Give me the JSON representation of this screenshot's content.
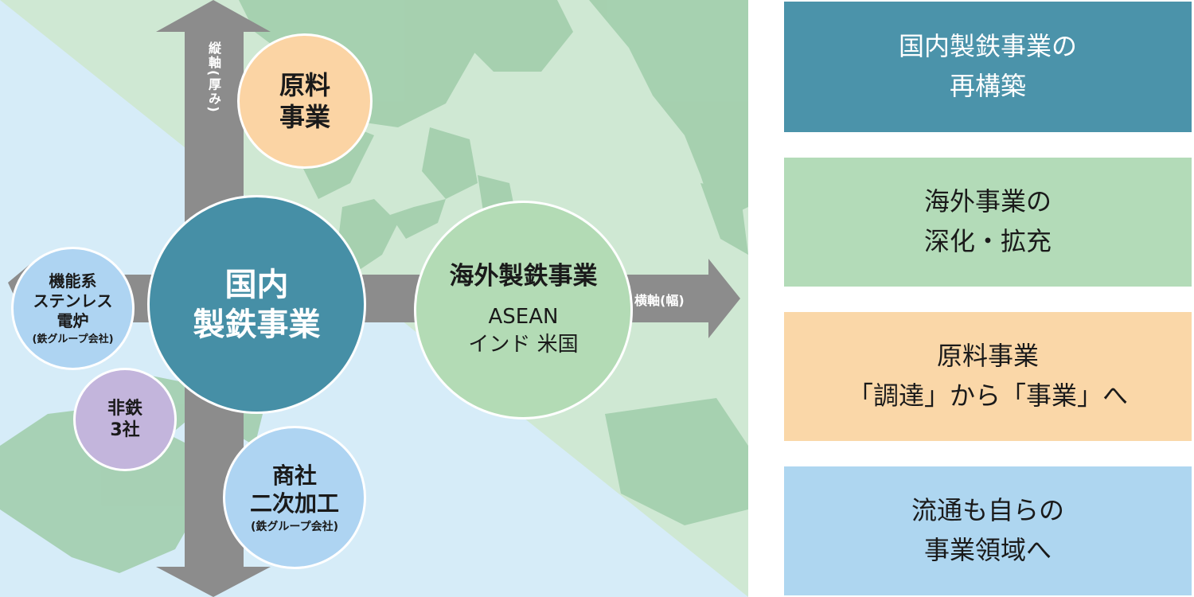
{
  "diagram": {
    "center": {
      "line1": "国内",
      "line2": "製鉄事業"
    },
    "raw_materials": {
      "line1": "原料",
      "line2": "事業"
    },
    "overseas": {
      "title": "海外製鉄事業",
      "region1": "ASEAN",
      "region2": "インド 米国"
    },
    "trading": {
      "line1": "商社",
      "line2": "二次加工",
      "note": "(鉄グループ会社)"
    },
    "stainless": {
      "line1": "機能系",
      "line2": "ステンレス",
      "line3": "電炉",
      "note": "(鉄グループ会社)"
    },
    "nonferrous": {
      "line1": "非鉄",
      "line2": "3社"
    },
    "vertical_axis": "縦軸(厚み)",
    "horizontal_axis": "横軸(幅)"
  },
  "panels": [
    {
      "line1": "国内製鉄事業の",
      "line2": "再構築",
      "color": "#4b93aa"
    },
    {
      "line1": "海外事業の",
      "line2": "深化・拡充",
      "color": "#b3dbb8"
    },
    {
      "line1": "原料事業",
      "line2": "「調達」から「事業」へ",
      "color": "#fad7a8"
    },
    {
      "line1": "流通も自らの",
      "line2": "事業領域へ",
      "color": "#aed6f0"
    }
  ],
  "colors": {
    "center": "#468fa6",
    "raw_materials": "#fbd4a4",
    "overseas": "#b3dbb5",
    "trading": "#aed4f2",
    "stainless": "#aed4f2",
    "nonferrous": "#c3b5dc",
    "arrow": "#8c8c8c",
    "land": "#9fcca9",
    "sea_green": "#cfe8d3",
    "sea_blue": "#d6ecf8"
  }
}
